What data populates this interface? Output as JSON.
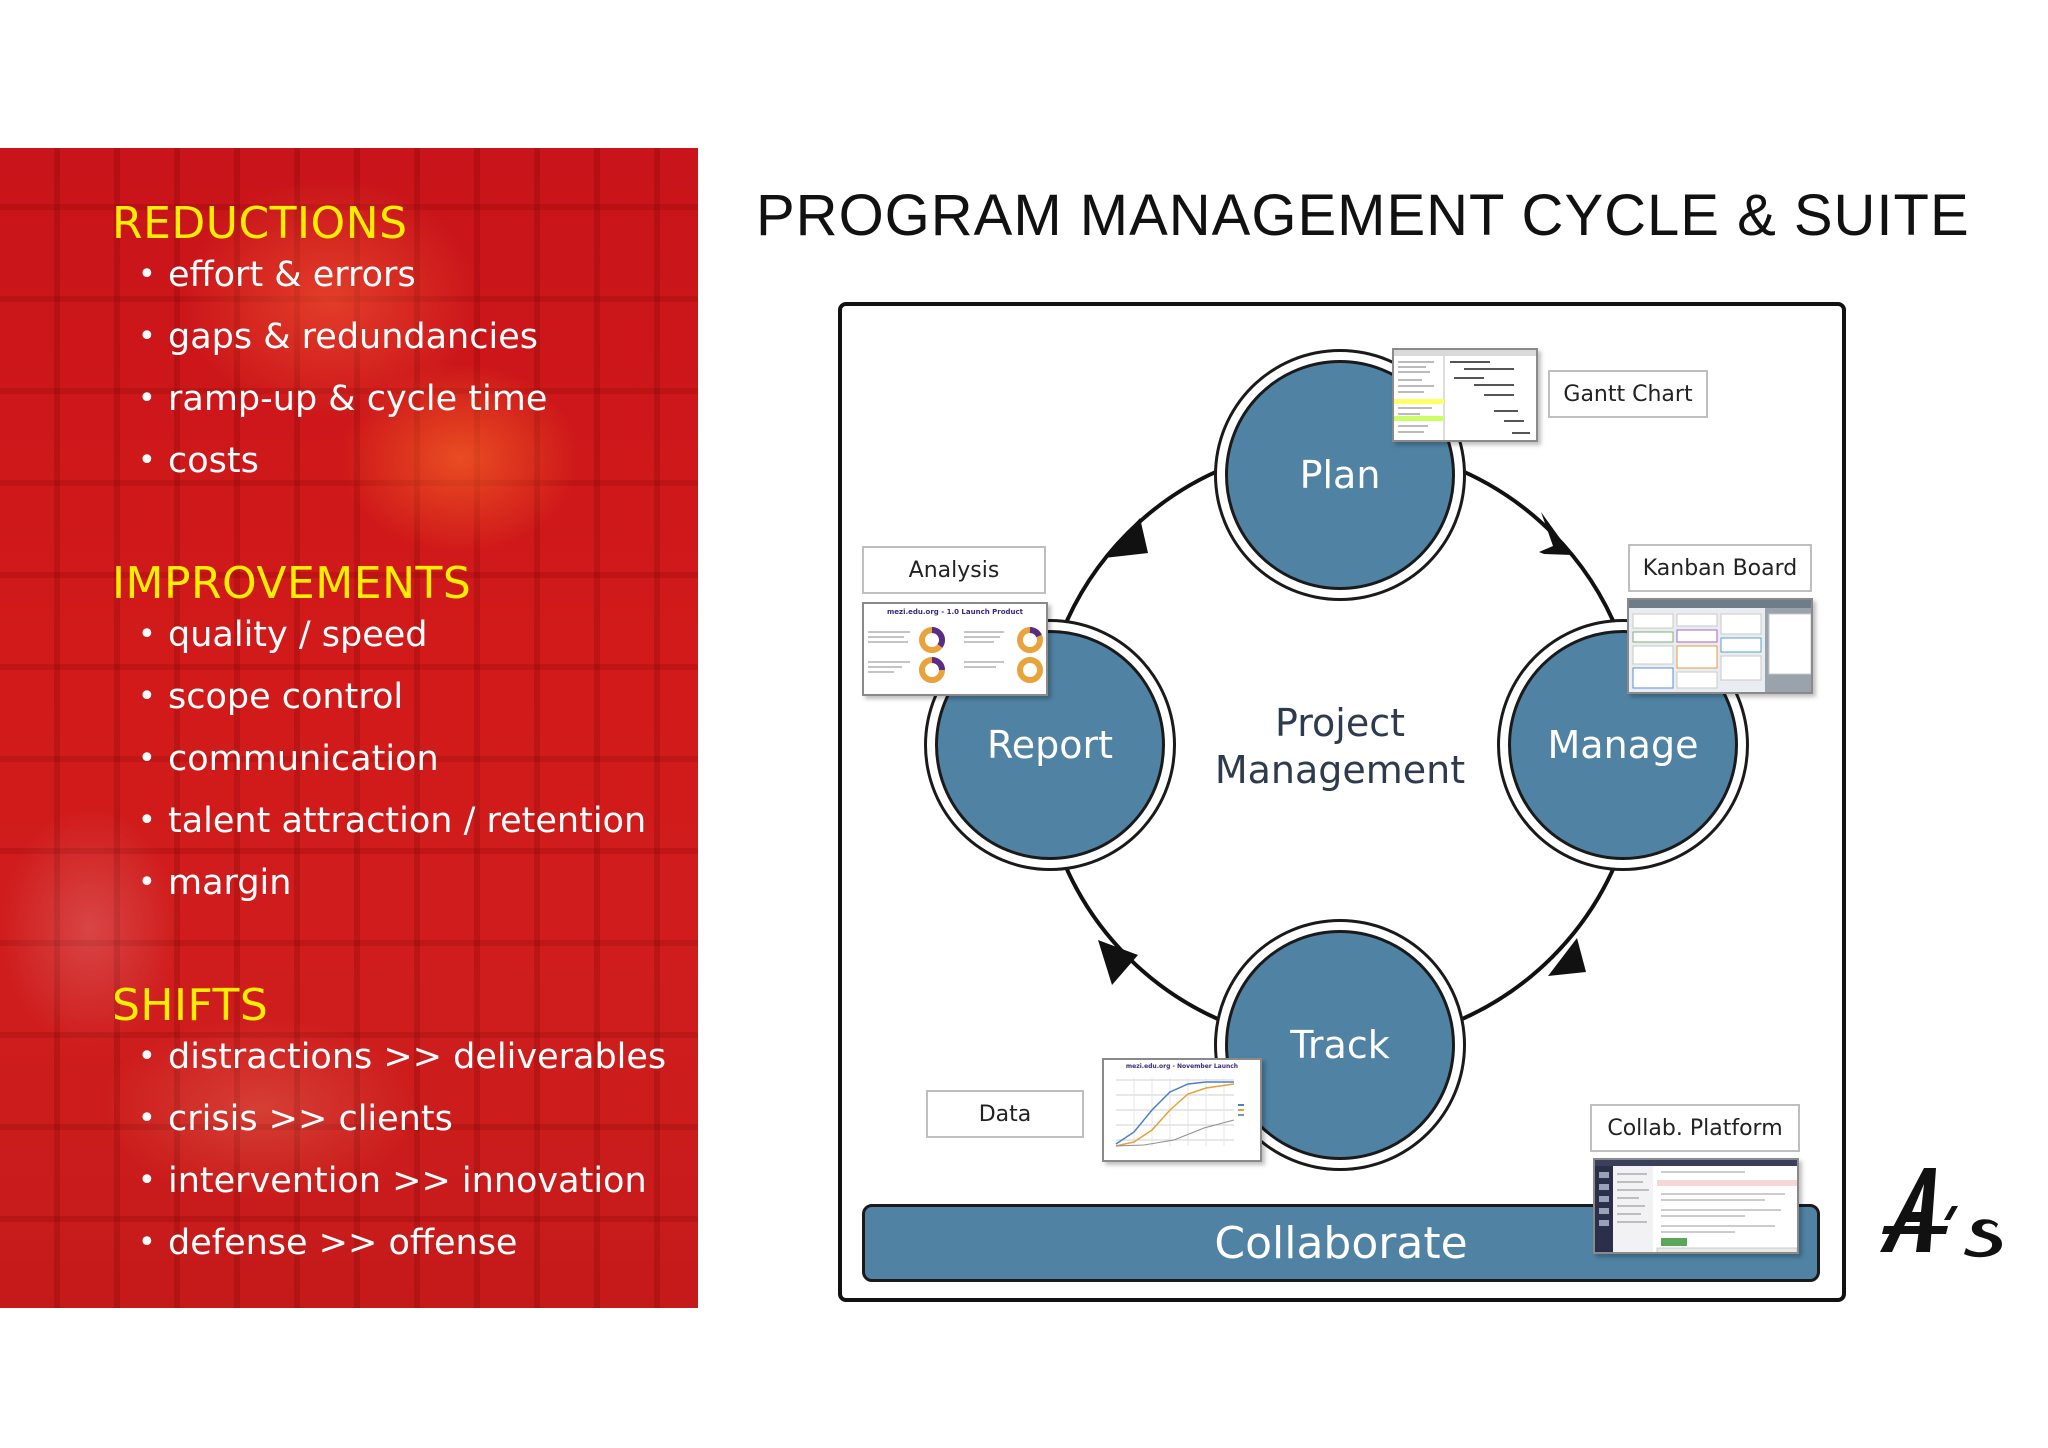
{
  "left_panel": {
    "sections": [
      {
        "heading": "REDUCTIONS",
        "items": [
          "effort  & errors",
          "gaps & redundancies",
          "ramp-up & cycle time",
          "costs"
        ]
      },
      {
        "heading": "IMPROVEMENTS",
        "items": [
          "quality / speed",
          "scope control",
          "communication",
          "talent attraction / retention",
          "margin"
        ]
      },
      {
        "heading": "SHIFTS",
        "items": [
          "distractions  >>  deliverables",
          "crisis   >>  clients",
          "intervention  >>  innovation",
          "defense  >> offense"
        ]
      }
    ]
  },
  "title": "PROGRAM MANAGEMENT CYCLE & SUITE",
  "diagram": {
    "center": [
      "Project",
      "Management"
    ],
    "nodes": {
      "plan": "Plan",
      "manage": "Manage",
      "track": "Track",
      "report": "Report"
    },
    "tags": {
      "gantt": "Gantt Chart",
      "kanban": "Kanban Board",
      "analysis": "Analysis",
      "data": "Data",
      "collab": "Collab. Platform"
    },
    "thumbnails": {
      "analysis_title": "mezi.edu.org - 1.0 Launch Product",
      "data_title": "mezi.edu.org - November Launch"
    },
    "collaborate": "Collaborate",
    "colors": {
      "node": "#4f82a3",
      "outline": "#1a1a1a",
      "heading_yellow": "#ffee00",
      "panel_red": "#cc1818"
    }
  },
  "logo": "A's"
}
